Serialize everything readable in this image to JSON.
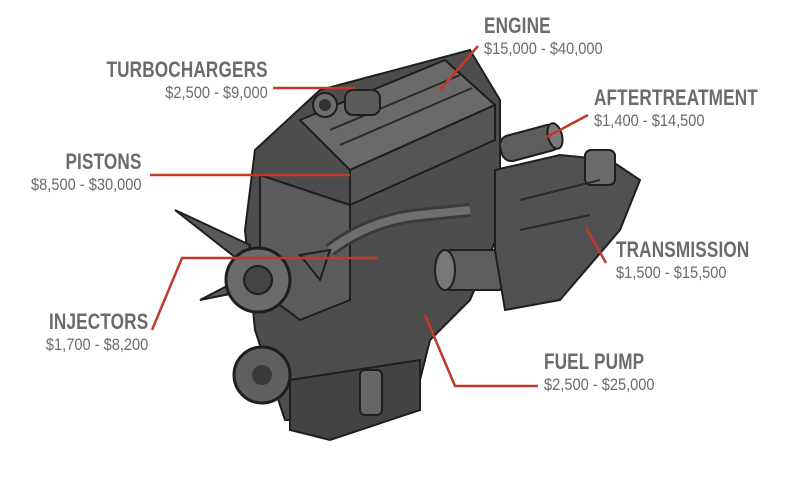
{
  "colors": {
    "engine_fill": "#4d4d4d",
    "engine_dark": "#2a2a2a",
    "engine_light": "#7a7a7a",
    "leader_line": "#c0392b",
    "label_text": "#6b6b6b"
  },
  "components": [
    {
      "id": "engine",
      "name": "ENGINE",
      "price": "$15,000 - $40,000"
    },
    {
      "id": "turbochargers",
      "name": "TURBOCHARGERS",
      "price": "$2,500 - $9,000"
    },
    {
      "id": "aftertreatment",
      "name": "AFTERTREATMENT",
      "price": "$1,400 - $14,500"
    },
    {
      "id": "pistons",
      "name": "PISTONS",
      "price": "$8,500 - $30,000"
    },
    {
      "id": "transmission",
      "name": "TRANSMISSION",
      "price": "$1,500 - $15,500"
    },
    {
      "id": "injectors",
      "name": "INJECTORS",
      "price": "$1,700 - $8,200"
    },
    {
      "id": "fuel_pump",
      "name": "FUEL PUMP",
      "price": "$2,500 - $25,000"
    }
  ]
}
